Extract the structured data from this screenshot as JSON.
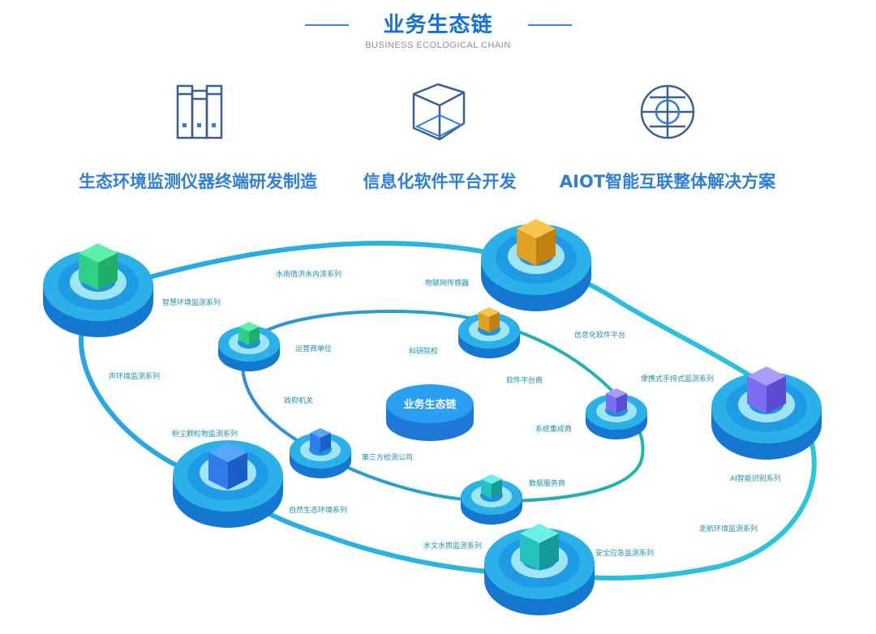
{
  "header": {
    "title": "业务生态链",
    "subtitle": "BUSINESS ECOLOGICAL CHAIN"
  },
  "features": [
    {
      "label": "生态环境监测仪器终端研发制造",
      "icon": "server-rack-icon"
    },
    {
      "label": "信息化软件平台开发",
      "icon": "cube-icon"
    },
    {
      "label": "AIOT智能互联整体解决方案",
      "icon": "target-grid-icon"
    }
  ],
  "diagram": {
    "center_label": "业务生态链",
    "outer_labels": {
      "rain_flood": "水雨情洪水内涝系列",
      "iot_sensor": "物联网传感器",
      "smart_env": "智慧环境监测系列",
      "info_software": "信息化软件平台",
      "noise": "声环境监测系列",
      "portable": "便携式手持式监测系列",
      "dust": "粉尘颗粒物监测系列",
      "ai_recognition": "AI智能识别系列",
      "natural_eco": "自然生态环境系列",
      "navigation": "走航环境监测系列",
      "hydrology": "水文水质监测系列",
      "emergency": "安全应急监测系列"
    },
    "inner_labels": {
      "operator": "运营商单位",
      "research": "科研院校",
      "software_vendor": "软件平台商",
      "government": "政府机关",
      "integrator": "系统集成商",
      "third_party": "第三方检测公司",
      "data_service": "数据服务商"
    },
    "colors": {
      "green": "#2ecf86",
      "orange": "#e0a020",
      "blue": "#2f7be8",
      "purple": "#7b6cf0",
      "teal": "#25c2c0",
      "ring": "#27b3df"
    }
  }
}
